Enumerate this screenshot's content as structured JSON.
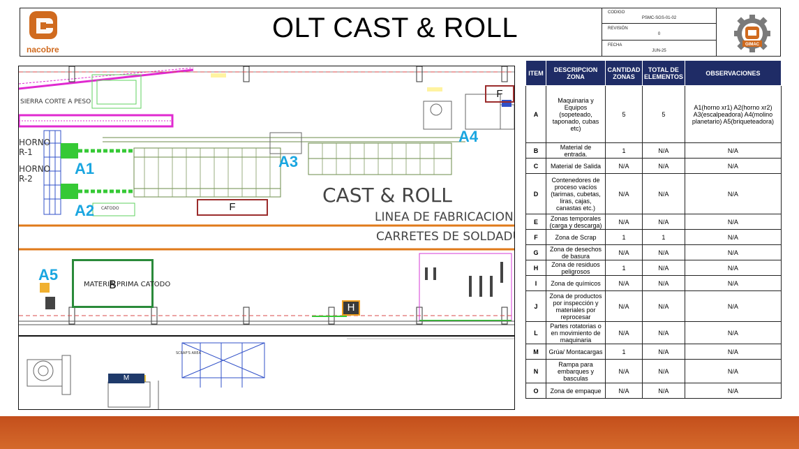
{
  "header": {
    "brand_name": "nacobre",
    "title": "OLT CAST & ROLL",
    "codigo_label": "CODIGO",
    "codigo_value": "PSMC-SGS-01-02",
    "revision_label": "REVISIÓN",
    "revision_value": "0",
    "fecha_label": "FECHA",
    "fecha_value": "JUN-25",
    "gimac_label": "GIMAC"
  },
  "plan": {
    "text_sierra": "SIERRA CORTE A PESO",
    "text_horno1a": "HORNO",
    "text_horno1b": "R-1",
    "text_horno2a": "HORNO",
    "text_horno2b": "R-2",
    "text_catodo": "CATODO",
    "text_cast_roll": "CAST & ROLL",
    "text_linea1": "LINEA DE FABRICACION DE",
    "text_linea2": "CARRETES DE SOLDADURA",
    "text_materia": "MATERIA PRIMA CATODO",
    "text_scrap_area": "SCRAP'S AREA",
    "zones": {
      "A1": "A1",
      "A2": "A2",
      "A3": "A3",
      "A4": "A4",
      "A5": "A5",
      "B": "B",
      "F1": "F",
      "F2": "F",
      "H": "H",
      "M": "M"
    }
  },
  "table": {
    "headers": [
      "ITEM",
      "DESCRIPCION ZONA",
      "CANTIDAD ZONAS",
      "TOTAL DE ELEMENTOS",
      "OBSERVACIONES"
    ],
    "rows": [
      {
        "item": "A",
        "desc": "Maquinaria y Equipos (sopeteado, taponado, cubas etc)",
        "cant": "5",
        "total": "5",
        "obs": "A1(horno xr1) A2(horno xr2) A3(escalpeadora) A4(molino planetario) A5(briqueteadora)"
      },
      {
        "item": "B",
        "desc": "Material de entrada.",
        "cant": "1",
        "total": "N/A",
        "obs": "N/A"
      },
      {
        "item": "C",
        "desc": "Material de Salida",
        "cant": "N/A",
        "total": "N/A",
        "obs": "N/A"
      },
      {
        "item": "D",
        "desc": "Contenedores de proceso vacíos (tarimas, cubetas, liras, cajas, canastas etc.)",
        "cant": "N/A",
        "total": "N/A",
        "obs": "N/A"
      },
      {
        "item": "E",
        "desc": "Zonas temporales (carga y descarga)",
        "cant": "N/A",
        "total": "N/A",
        "obs": "N/A"
      },
      {
        "item": "F",
        "desc": "Zona de Scrap",
        "cant": "1",
        "total": "1",
        "obs": "N/A"
      },
      {
        "item": "G",
        "desc": "Zona de desechos de basura",
        "cant": "N/A",
        "total": "N/A",
        "obs": "N/A"
      },
      {
        "item": "H",
        "desc": "Zona de residuos peligrosos",
        "cant": "1",
        "total": "N/A",
        "obs": "N/A"
      },
      {
        "item": "I",
        "desc": "Zona de químicos",
        "cant": "N/A",
        "total": "N/A",
        "obs": "N/A"
      },
      {
        "item": "J",
        "desc": "Zona de productos por inspección y materiales por reprocesar",
        "cant": "N/A",
        "total": "N/A",
        "obs": "N/A"
      },
      {
        "item": "L",
        "desc": "Partes rotatorias o en movimiento de maquinaria",
        "cant": "N/A",
        "total": "N/A",
        "obs": "N/A"
      },
      {
        "item": "M",
        "desc": "Grúa/ Montacargas",
        "cant": "1",
        "total": "N/A",
        "obs": "N/A"
      },
      {
        "item": "N",
        "desc": "Rampa para embarques y basculas",
        "cant": "N/A",
        "total": "N/A",
        "obs": "N/A"
      },
      {
        "item": "O",
        "desc": "Zona de empaque",
        "cant": "N/A",
        "total": "N/A",
        "obs": "N/A"
      }
    ]
  },
  "colors": {
    "header_fill": "#1f2c66",
    "zone_label": "#1aa6e0",
    "accent_orange": "#d06a1e",
    "footer": "#c9561f"
  }
}
